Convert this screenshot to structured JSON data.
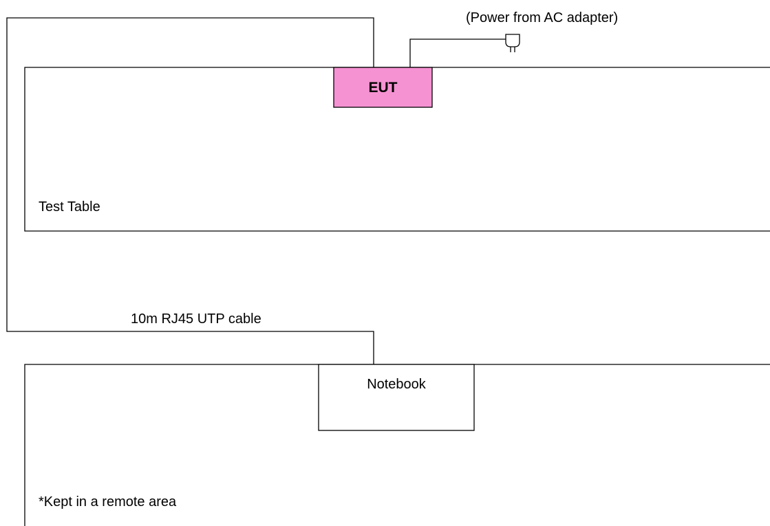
{
  "power_label": "(Power from AC adapter)",
  "eut_label": "EUT",
  "test_table_label": "Test Table",
  "cable_label": "10m RJ45 UTP cable",
  "notebook_label": "Notebook",
  "remote_label": "*Kept in a remote area",
  "colors": {
    "eut_fill": "#F592D2",
    "line": "#000000",
    "background": "#FFFFFF"
  },
  "icons": [
    "ac-plug-icon"
  ]
}
